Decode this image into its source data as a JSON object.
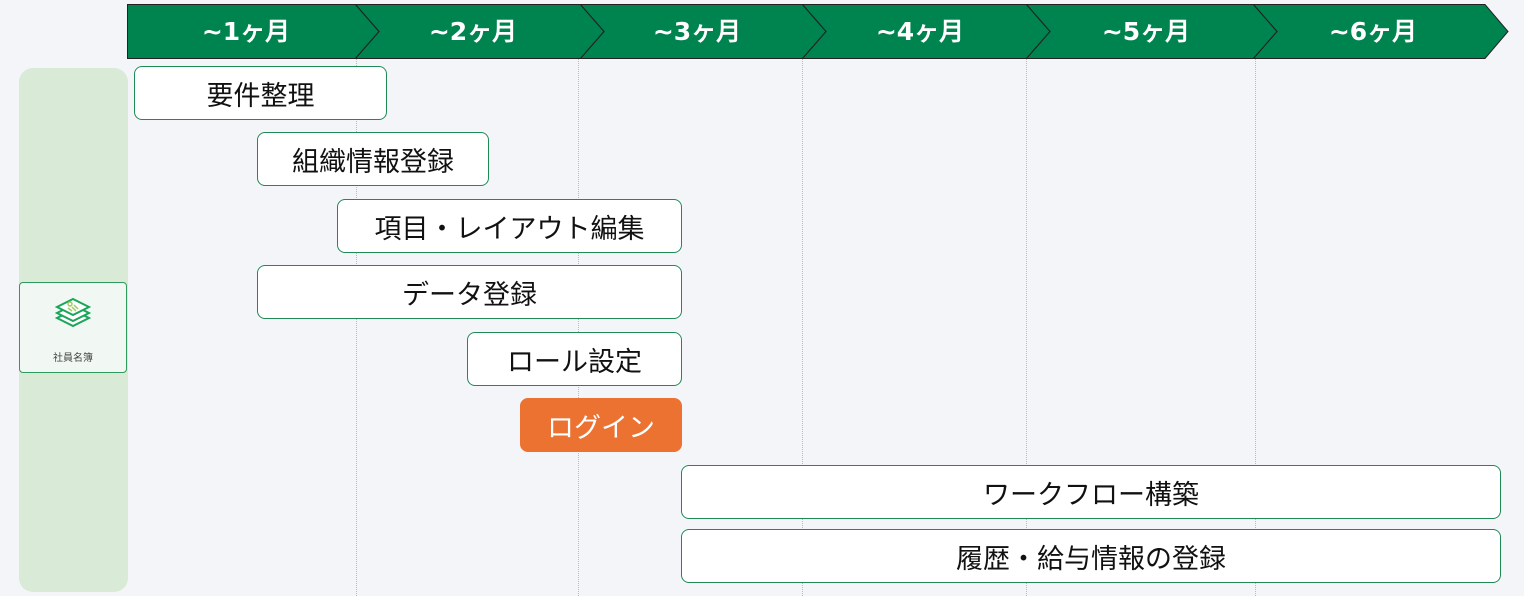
{
  "header": {
    "months": [
      "~1ヶ月",
      "~2ヶ月",
      "~3ヶ月",
      "~4ヶ月",
      "~5ヶ月",
      "~6ヶ月"
    ]
  },
  "category": {
    "label": "社員名簿",
    "icon": "stacked-documents-icon"
  },
  "tasks": [
    {
      "label": "要件整理"
    },
    {
      "label": "組織情報登録"
    },
    {
      "label": "項目・レイアウト編集"
    },
    {
      "label": "データ登録"
    },
    {
      "label": "ロール設定"
    },
    {
      "label": "ログイン",
      "highlight": true
    },
    {
      "label": "ワークフロー構築"
    },
    {
      "label": "履歴・給与情報の登録"
    }
  ],
  "colors": {
    "header": "#00844f",
    "highlight": "#ec7232",
    "border": "#1f8a56",
    "sidebar": "#d9ead6"
  }
}
